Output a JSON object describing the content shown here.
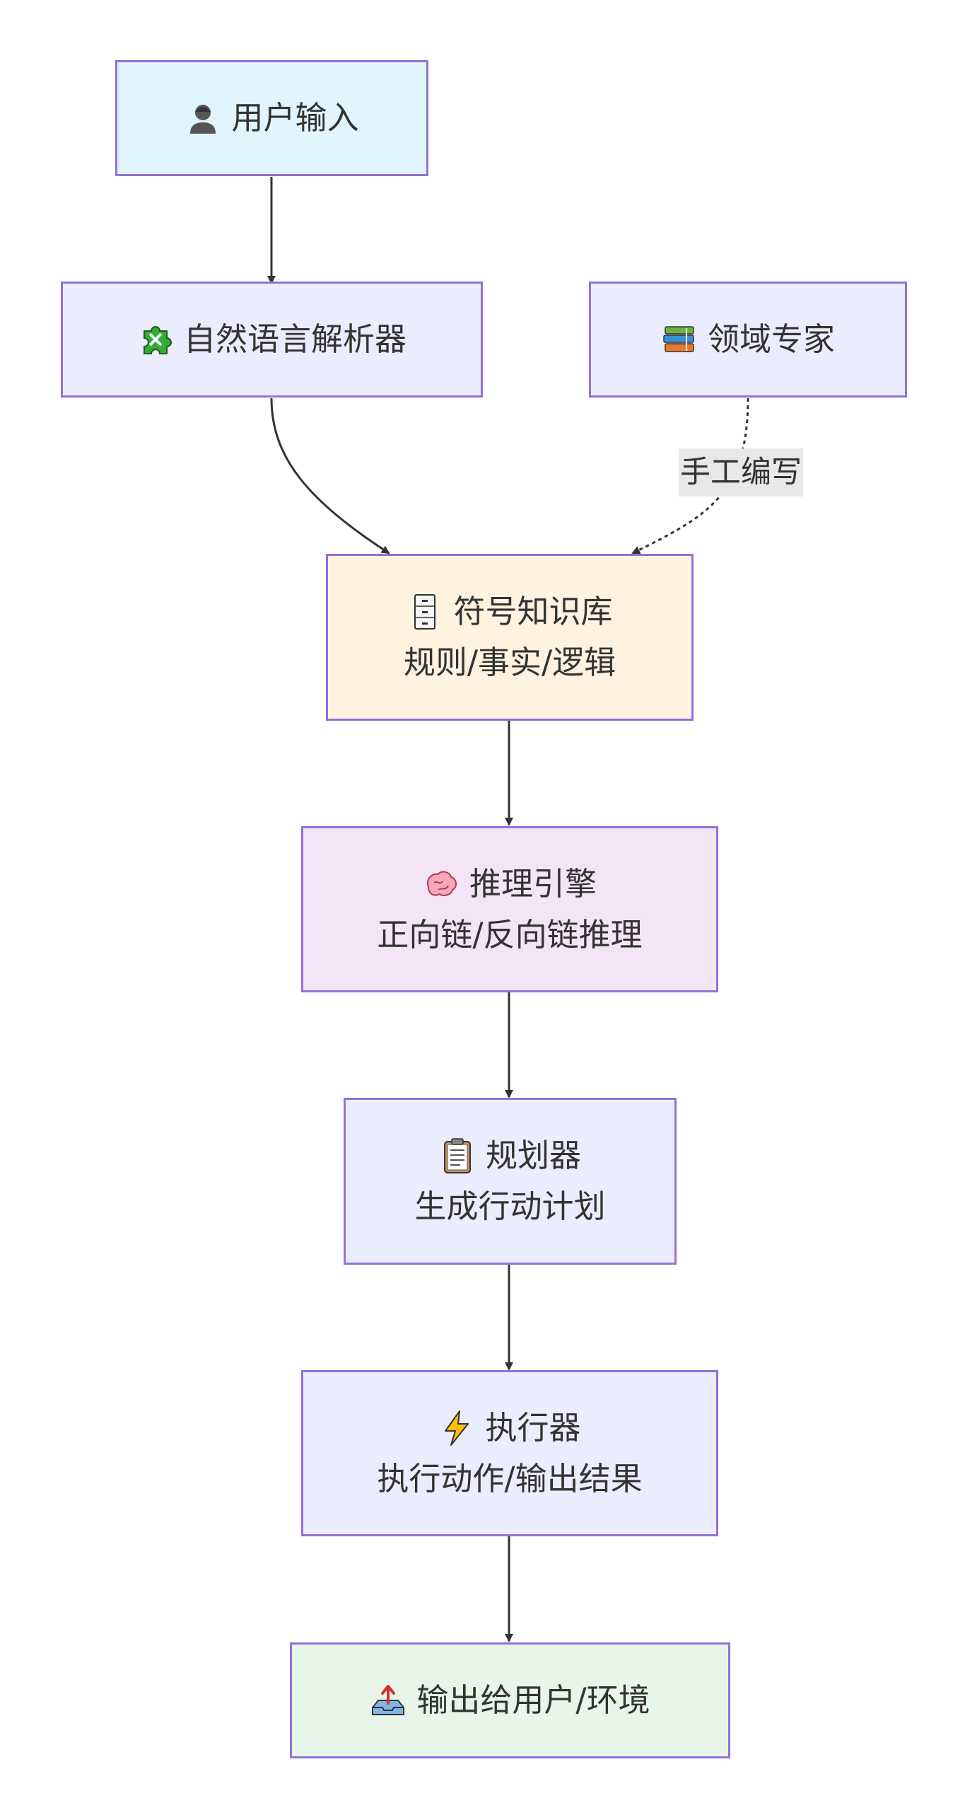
{
  "colors": {
    "border": "#9370DB",
    "arrow": "#333333",
    "user_fill": "#E1F5FE",
    "default_fill": "#ECECFF",
    "knowledge_fill": "#FFF3E0",
    "reasoner_fill": "#F3E5F5",
    "output_fill": "#E8F5E9",
    "label_bg": "#E8E8E8"
  },
  "nodes": {
    "user_input": {
      "icon": "person-icon",
      "line1": "用户输入"
    },
    "nl_parser": {
      "icon": "puzzle-icon",
      "line1": "自然语言解析器"
    },
    "domain_expert": {
      "icon": "books-icon",
      "line1": "领域专家"
    },
    "knowledge_base": {
      "icon": "file-cabinet-icon",
      "line1": "符号知识库",
      "line2": "规则/事实/逻辑"
    },
    "inference_engine": {
      "icon": "brain-icon",
      "line1": "推理引擎",
      "line2": "正向链/反向链推理"
    },
    "planner": {
      "icon": "clipboard-icon",
      "line1": "规划器",
      "line2": "生成行动计划"
    },
    "executor": {
      "icon": "lightning-icon",
      "line1": "执行器",
      "line2": "执行动作/输出结果"
    },
    "output": {
      "icon": "outbox-icon",
      "line1": "输出给用户/环境"
    }
  },
  "edges": {
    "expert_to_kb_label": "手工编写"
  }
}
